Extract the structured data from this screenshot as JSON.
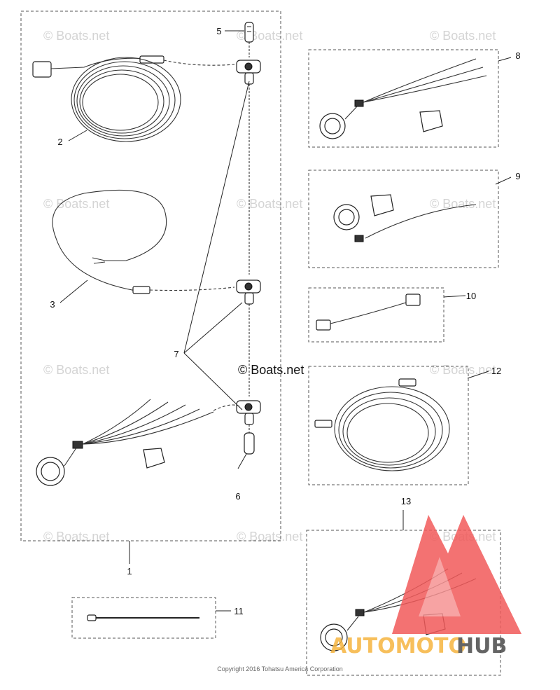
{
  "watermark": "© Boats.net",
  "center_watermark": "© Boats.net",
  "copyright": "Copyright 2016 Tohatsu America Corporation",
  "logo": {
    "part1": "AUTOMOTO",
    "part2": "HUB",
    "accent": "#f6b53f",
    "dark": "#4a4a4a",
    "triangle": "#f25a5a"
  },
  "callouts": {
    "c1": "1",
    "c2": "2",
    "c3": "3",
    "c5": "5",
    "c6": "6",
    "c7": "7",
    "c8": "8",
    "c9": "9",
    "c10": "10",
    "c11": "11",
    "c12": "12",
    "c13": "13"
  }
}
